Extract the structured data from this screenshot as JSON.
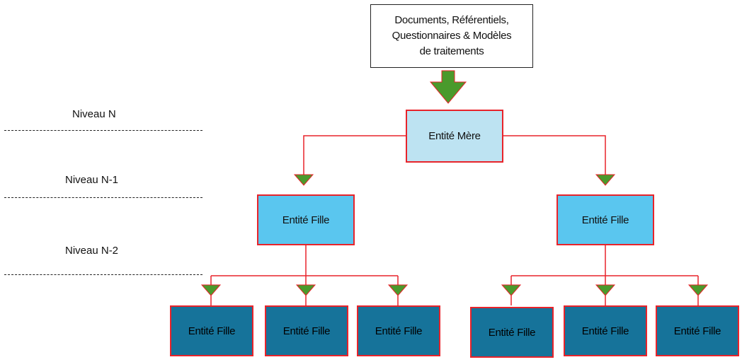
{
  "source_box": {
    "lines": [
      "Documents, Référentiels,",
      "Questionnaires & Modèles",
      "de traitements"
    ]
  },
  "levels": [
    "Niveau N",
    "Niveau N-1",
    "Niveau N-2"
  ],
  "root": {
    "label": "Entité Mère"
  },
  "children": [
    {
      "label": "Entité Fille",
      "children": [
        {
          "label": "Entité Fille"
        },
        {
          "label": "Entité Fille"
        },
        {
          "label": "Entité Fille"
        }
      ]
    },
    {
      "label": "Entité Fille",
      "children": [
        {
          "label": "Entité Fille"
        },
        {
          "label": "Entité Fille"
        },
        {
          "label": "Entité Fille"
        }
      ]
    }
  ],
  "colors": {
    "connector": "#e8232a",
    "arrow_fill": "#4a9a2c",
    "root_fill": "#bde3f2",
    "level1_fill": "#5ac6ef",
    "level2_fill": "#16739a"
  }
}
